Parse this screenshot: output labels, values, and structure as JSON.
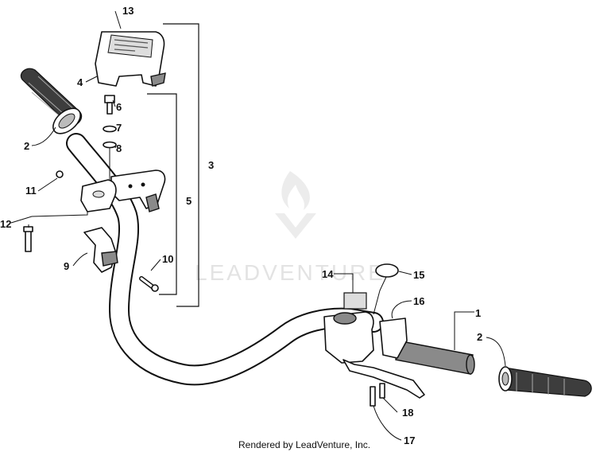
{
  "callouts": {
    "c1": "1",
    "c2a": "2",
    "c2b": "2",
    "c3": "3",
    "c4": "4",
    "c5": "5",
    "c6": "6",
    "c7": "7",
    "c8": "8",
    "c9": "9",
    "c10": "10",
    "c11": "11",
    "c12": "12",
    "c13": "13",
    "c14": "14",
    "c15": "15",
    "c16": "16",
    "c17": "17",
    "c18": "18"
  },
  "watermark": "LEADVENTURE",
  "footer": {
    "credit": "Rendered by LeadVenture, Inc."
  },
  "colors": {
    "line": "#111111",
    "grip": "#3d3d3d",
    "watermark": "#e3e3e3"
  }
}
